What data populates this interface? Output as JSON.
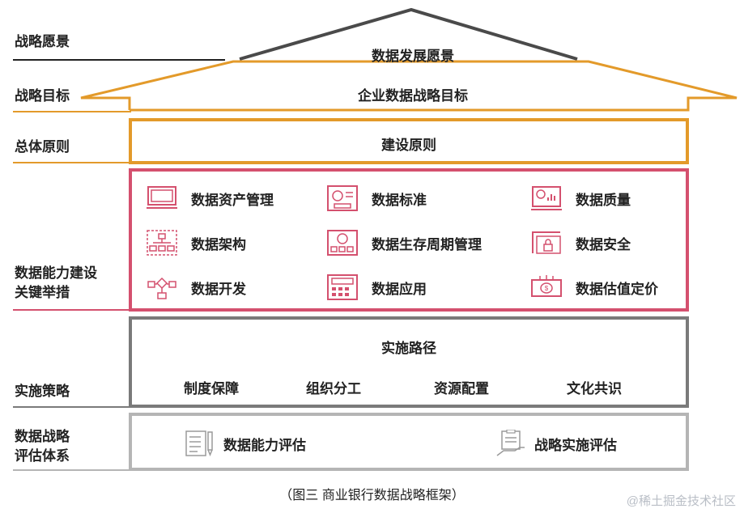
{
  "left_labels": {
    "vision": "战略愿景",
    "target": "战略目标",
    "principle": "总体原则",
    "capability_line1": "数据能力建设",
    "capability_line2": "关键举措",
    "implementation": "实施策略",
    "eval_line1": "数据战略",
    "eval_line2": "评估体系"
  },
  "roof": {
    "vision_text": "数据发展愿景",
    "target_text": "企业数据战略目标"
  },
  "principle_box": {
    "text": "建设原则"
  },
  "capabilities": [
    {
      "label": "数据资产管理",
      "icon": "monitor-icon"
    },
    {
      "label": "数据标准",
      "icon": "presentation-icon"
    },
    {
      "label": "数据质量",
      "icon": "report-chart-icon"
    },
    {
      "label": "数据架构",
      "icon": "org-chart-icon"
    },
    {
      "label": "数据生存周期管理",
      "icon": "lifecycle-icon"
    },
    {
      "label": "数据安全",
      "icon": "lock-icon"
    },
    {
      "label": "数据开发",
      "icon": "flowchart-icon"
    },
    {
      "label": "数据应用",
      "icon": "calculator-icon"
    },
    {
      "label": "数据估值定价",
      "icon": "money-icon"
    }
  ],
  "implementation_box": {
    "title": "实施路径",
    "items": [
      "制度保障",
      "组织分工",
      "资源配置",
      "文化共识"
    ]
  },
  "evaluation_box": {
    "items": [
      {
        "label": "数据能力评估",
        "icon": "document-pen-icon"
      },
      {
        "label": "战略实施评估",
        "icon": "clipboard-hand-icon"
      }
    ]
  },
  "caption": "（图三 商业银行数据战略框架）",
  "watermark": "@稀土掘金技术社区",
  "colors": {
    "orange": "#e39a2a",
    "crimson": "#d4506e",
    "dark_gray": "#555555",
    "mid_gray": "#7a7a7a",
    "light_gray": "#b5b5b5"
  }
}
